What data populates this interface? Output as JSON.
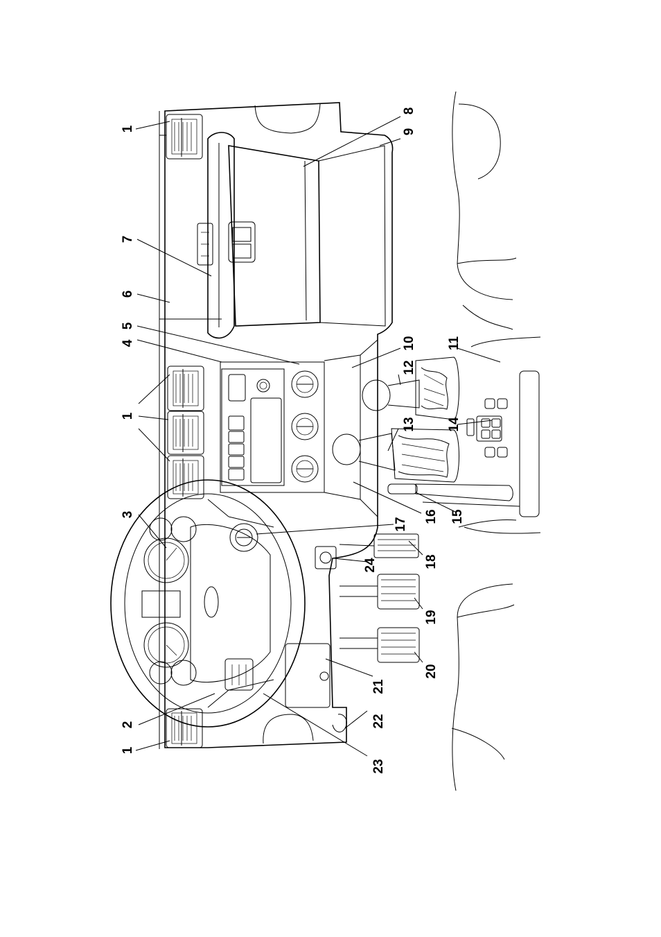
{
  "callouts": [
    {
      "id": "c1a",
      "text": "1"
    },
    {
      "id": "c1b",
      "text": "1"
    },
    {
      "id": "c1c",
      "text": "1"
    },
    {
      "id": "c2",
      "text": "2"
    },
    {
      "id": "c3",
      "text": "3"
    },
    {
      "id": "c4",
      "text": "4"
    },
    {
      "id": "c5",
      "text": "5"
    },
    {
      "id": "c6",
      "text": "6"
    },
    {
      "id": "c7",
      "text": "7"
    },
    {
      "id": "c8",
      "text": "8"
    },
    {
      "id": "c9",
      "text": "9"
    },
    {
      "id": "c10",
      "text": "10"
    },
    {
      "id": "c11",
      "text": "11"
    },
    {
      "id": "c12",
      "text": "12"
    },
    {
      "id": "c13",
      "text": "13"
    },
    {
      "id": "c14",
      "text": "14"
    },
    {
      "id": "c15",
      "text": "15"
    },
    {
      "id": "c16",
      "text": "16"
    },
    {
      "id": "c17",
      "text": "17"
    },
    {
      "id": "c18",
      "text": "18"
    },
    {
      "id": "c19",
      "text": "19"
    },
    {
      "id": "c20",
      "text": "20"
    },
    {
      "id": "c21",
      "text": "21"
    },
    {
      "id": "c22",
      "text": "22"
    },
    {
      "id": "c23",
      "text": "23"
    },
    {
      "id": "c24",
      "text": "24"
    }
  ]
}
